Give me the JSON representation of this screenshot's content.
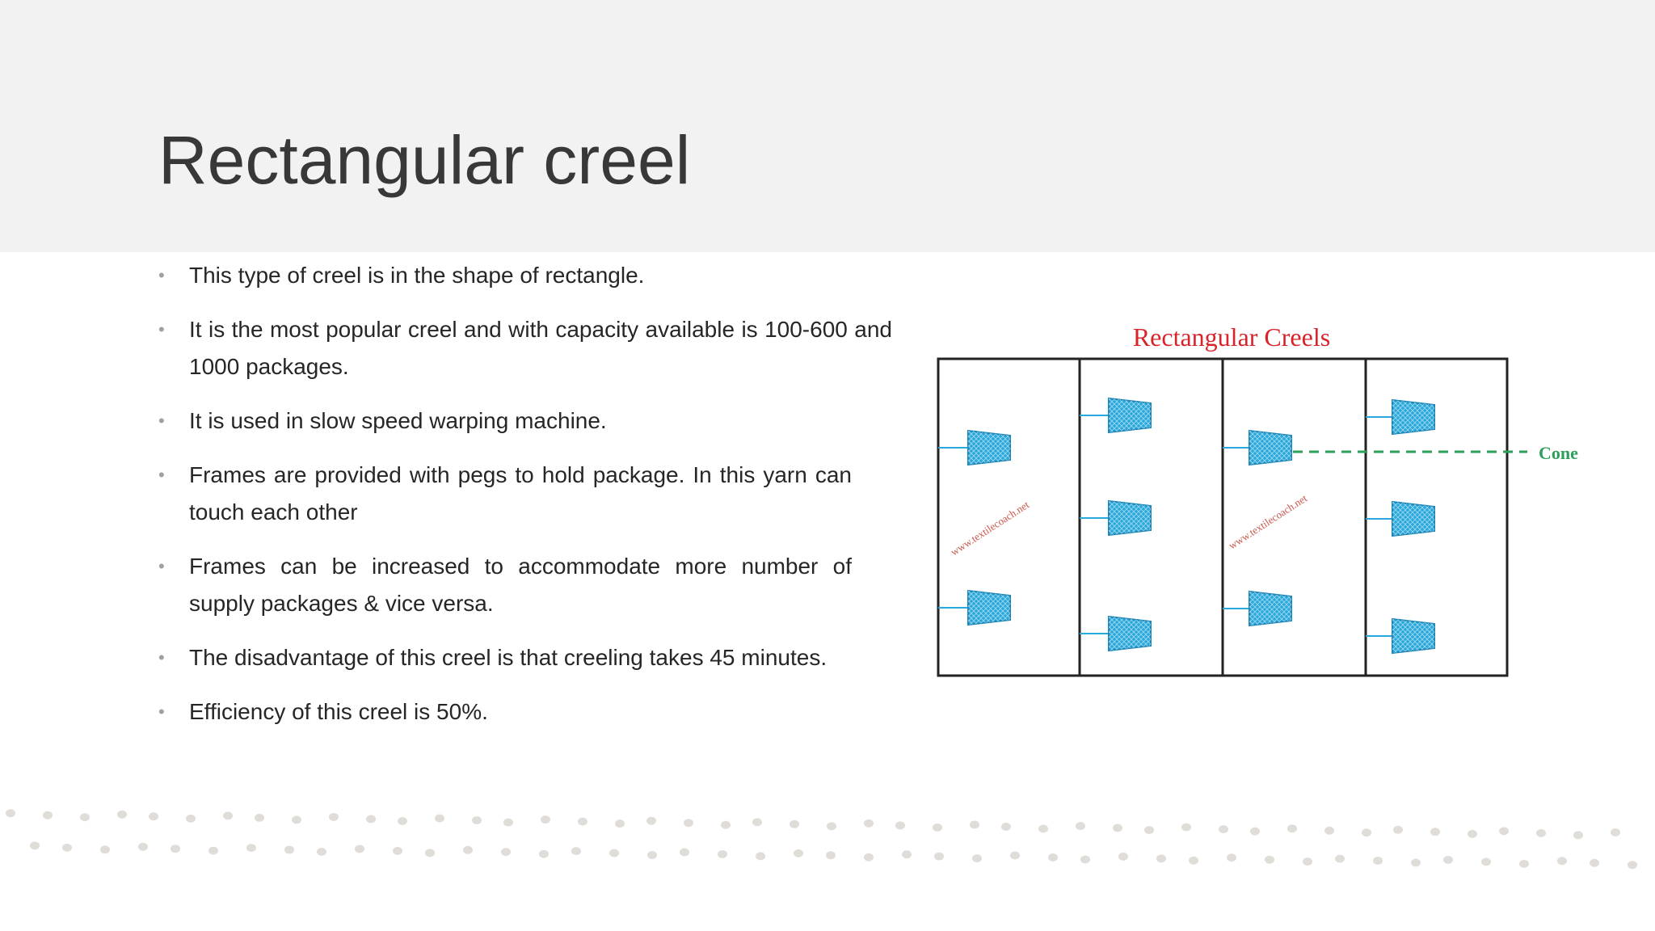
{
  "slide": {
    "title": "Rectangular creel",
    "bullets": [
      "This type of creel is in the shape of rectangle.",
      "It is the most popular creel and with capacity available is 100-600 and 1000 packages.",
      "It is used in slow speed warping machine.",
      "Frames are provided with pegs to hold package. In this yarn can touch each other",
      "Frames can be increased to accommodate more number of supply packages & vice versa.",
      "The disadvantage of this creel is that creeling takes 45 minutes.",
      "Efficiency of this creel is 50%."
    ]
  },
  "figure": {
    "title": "Rectangular Creels",
    "cone_label": "Cone",
    "watermark": "www.textilecoach.net",
    "colors": {
      "title": "#d9232a",
      "cone": "#29a8dc",
      "cone_label": "#2e9e5b",
      "frame": "#222222"
    }
  },
  "decor": {
    "dot_color": "#e0ddd9"
  }
}
